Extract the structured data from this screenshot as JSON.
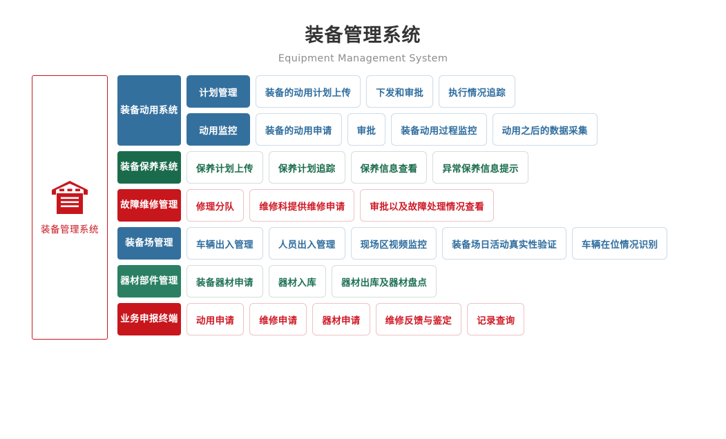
{
  "header": {
    "title": "装备管理系统",
    "subtitle": "Equipment Management System"
  },
  "brand": {
    "icon": "warehouse-icon",
    "label": "装备管理系统",
    "border_color": "#c8161d",
    "text_color": "#c8161d"
  },
  "palette": {
    "blue": "#34709e",
    "blue_border": "#cadcea",
    "green": "#1a6b4c",
    "green2": "#2b8063",
    "green_border": "#d3ded9",
    "red": "#c8161d",
    "red_border": "#edc2c5"
  },
  "rows": [
    {
      "category": "装备动用系统",
      "theme": "blue",
      "subrows": [
        {
          "sub": "计划管理",
          "leaves": [
            "装备的动用计划上传",
            "下发和审批",
            "执行情况追踪"
          ]
        },
        {
          "sub": "动用监控",
          "leaves": [
            "装备的动用申请",
            "审批",
            "装备动用过程监控",
            "动用之后的数据采集"
          ]
        }
      ]
    },
    {
      "category": "装备保养系统",
      "theme": "green",
      "subrows": [
        {
          "sub": null,
          "leaves": [
            "保养计划上传",
            "保养计划追踪",
            "保养信息查看",
            "异常保养信息提示"
          ]
        }
      ]
    },
    {
      "category": "故障维修管理",
      "theme": "red",
      "subrows": [
        {
          "sub": null,
          "leaves": [
            "修理分队",
            "维修科提供维修申请",
            "审批以及故障处理情况查看"
          ]
        }
      ]
    },
    {
      "category": "装备场管理",
      "theme": "blue",
      "subrows": [
        {
          "sub": null,
          "leaves": [
            "车辆出入管理",
            "人员出入管理",
            "现场区视频监控",
            "装备场日活动真实性验证",
            "车辆在位情况识别"
          ]
        }
      ]
    },
    {
      "category": "器材部件管理",
      "theme": "green2",
      "subrows": [
        {
          "sub": null,
          "leaves": [
            "装备器材申请",
            "器材入库",
            "器材出库及器材盘点"
          ]
        }
      ]
    },
    {
      "category": "业务申报终端",
      "theme": "red",
      "subrows": [
        {
          "sub": null,
          "leaves": [
            "动用申请",
            "维修申请",
            "器材申请",
            "维修反馈与鉴定",
            "记录查询"
          ]
        }
      ]
    }
  ]
}
